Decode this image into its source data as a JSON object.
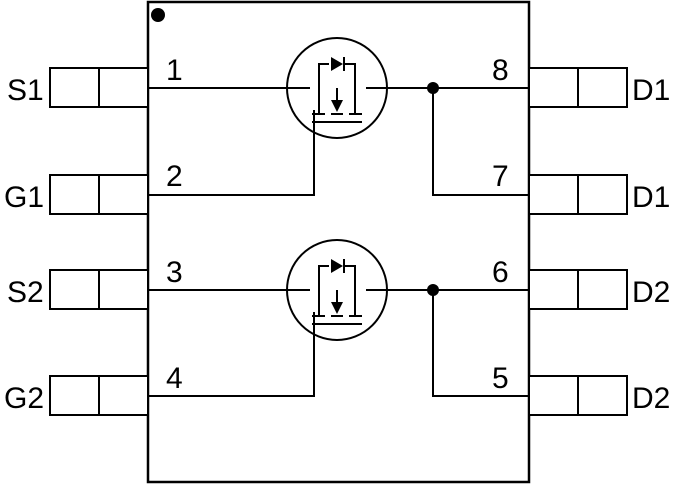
{
  "diagram": {
    "pins_left": [
      {
        "number": "1",
        "name": "S1"
      },
      {
        "number": "2",
        "name": "G1"
      },
      {
        "number": "3",
        "name": "S2"
      },
      {
        "number": "4",
        "name": "G2"
      }
    ],
    "pins_right": [
      {
        "number": "8",
        "name": "D1"
      },
      {
        "number": "7",
        "name": "D1"
      },
      {
        "number": "6",
        "name": "D2"
      },
      {
        "number": "5",
        "name": "D2"
      }
    ],
    "colors": {
      "ink": "#000000",
      "background": "#ffffff"
    },
    "icons": [
      "pin1-dot-icon",
      "mosfet-icon",
      "diode-icon",
      "junction-dot-icon"
    ]
  }
}
